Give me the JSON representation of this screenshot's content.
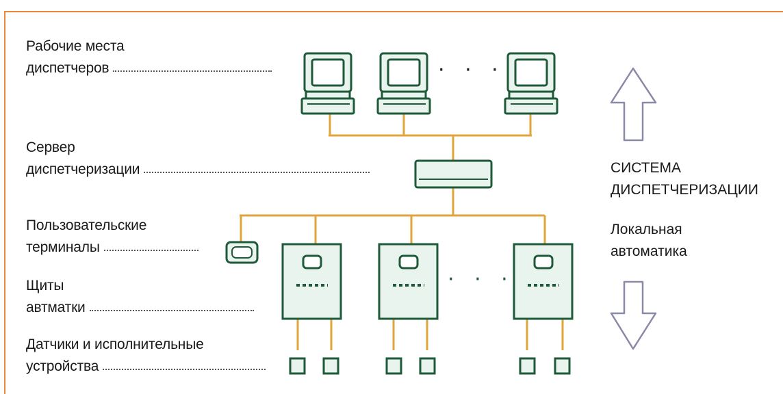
{
  "labels": {
    "workplaces": [
      "Рабочие места",
      "диспетчеров"
    ],
    "server": [
      "Сервер",
      "диспетчеризации"
    ],
    "terminals": [
      "Пользовательские",
      "терминалы"
    ],
    "panels": [
      "Щиты",
      "автматки"
    ],
    "sensors": [
      "Датчики и исполнительные",
      "устройства"
    ]
  },
  "right": {
    "system": [
      "СИСТЕМА",
      "ДИСПЕТЧЕРИЗАЦИИ"
    ],
    "local": [
      "Локальная",
      "автоматика"
    ]
  },
  "ellipsis": {
    "pcs": "· · ·",
    "panels": "· · ·"
  },
  "colors": {
    "frame": "#e8863a",
    "device_stroke": "#1e5a3a",
    "device_fill": "#eaf4ee",
    "wire": "#e0a53a",
    "arrow": "#8a8aa8"
  },
  "icons": [
    "computer-icon",
    "server-icon",
    "terminal-icon",
    "panel-icon",
    "sensor-icon",
    "arrow-up-icon",
    "arrow-down-icon"
  ]
}
